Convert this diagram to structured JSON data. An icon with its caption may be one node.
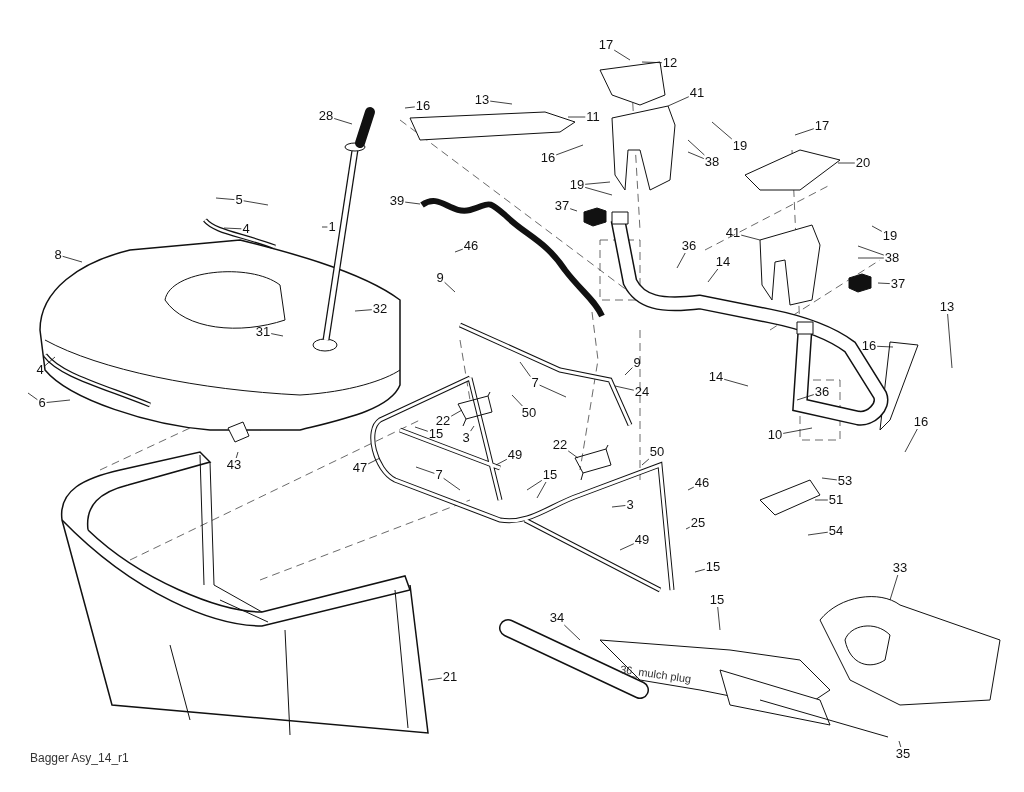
{
  "diagram": {
    "caption": "Bagger Asy_14_r1",
    "nodes": [
      {
        "text": [
          "17"
        ]
      },
      {
        "text": [
          "12"
        ]
      },
      {
        "text": [
          "13"
        ]
      },
      {
        "text": [
          "16"
        ]
      },
      {
        "text": [
          "11"
        ]
      },
      {
        "text": [
          "41"
        ]
      },
      {
        "text": [
          "28"
        ]
      },
      {
        "text": [
          "16"
        ]
      },
      {
        "text": [
          "19"
        ]
      },
      {
        "text": [
          "38"
        ]
      },
      {
        "text": [
          "19"
        ]
      },
      {
        "text": [
          "17"
        ]
      },
      {
        "text": [
          "20"
        ]
      },
      {
        "text": [
          "39"
        ]
      },
      {
        "text": [
          "37"
        ]
      },
      {
        "text": [
          "5"
        ]
      },
      {
        "text": [
          "4"
        ]
      },
      {
        "text": [
          "1"
        ]
      },
      {
        "text": [
          "8"
        ]
      },
      {
        "text": [
          "41"
        ]
      },
      {
        "text": [
          "36"
        ]
      },
      {
        "text": [
          "14"
        ]
      },
      {
        "text": [
          "19"
        ]
      },
      {
        "text": [
          "38"
        ]
      },
      {
        "text": [
          "37"
        ]
      },
      {
        "text": [
          "46"
        ]
      },
      {
        "text": [
          "9"
        ]
      },
      {
        "text": [
          "32"
        ]
      },
      {
        "text": [
          "13"
        ]
      },
      {
        "text": [
          "31"
        ]
      },
      {
        "text": [
          "16"
        ]
      },
      {
        "text": [
          "4"
        ]
      },
      {
        "text": [
          "6"
        ]
      },
      {
        "text": [
          "7"
        ]
      },
      {
        "text": [
          "24"
        ]
      },
      {
        "text": [
          "9"
        ]
      },
      {
        "text": [
          "50"
        ]
      },
      {
        "text": [
          "14"
        ]
      },
      {
        "text": [
          "36"
        ]
      },
      {
        "text": [
          "22"
        ]
      },
      {
        "text": [
          "15"
        ]
      },
      {
        "text": [
          "3"
        ]
      },
      {
        "text": [
          "16"
        ]
      },
      {
        "text": [
          "10"
        ]
      },
      {
        "text": [
          "43"
        ]
      },
      {
        "text": [
          "47"
        ]
      },
      {
        "text": [
          "49"
        ]
      },
      {
        "text": [
          "7"
        ]
      },
      {
        "text": [
          "22"
        ]
      },
      {
        "text": [
          "50"
        ]
      },
      {
        "text": [
          "15"
        ]
      },
      {
        "text": [
          "53"
        ]
      },
      {
        "text": [
          "46"
        ]
      },
      {
        "text": [
          "51"
        ]
      },
      {
        "text": [
          "3"
        ]
      },
      {
        "text": [
          "25"
        ]
      },
      {
        "text": [
          "54"
        ]
      },
      {
        "text": [
          "49"
        ]
      },
      {
        "text": [
          "15"
        ]
      },
      {
        "text": [
          "15"
        ]
      },
      {
        "text": [
          "34"
        ]
      },
      {
        "text": [
          "33"
        ]
      },
      {
        "text": [
          "21"
        ]
      },
      {
        "text": [
          "35"
        ]
      }
    ],
    "edges": [
      {
        "from": 0,
        "to": null,
        "arrow": "none"
      },
      {
        "from": 1,
        "to": null,
        "arrow": "none"
      },
      {
        "from": 2,
        "to": null,
        "arrow": "none"
      },
      {
        "from": 3,
        "to": null,
        "arrow": "none"
      },
      {
        "from": 4,
        "to": null,
        "arrow": "none"
      },
      {
        "from": 5,
        "to": null,
        "arrow": "none"
      },
      {
        "from": 6,
        "to": null,
        "arrow": "none"
      },
      {
        "from": 7,
        "to": null,
        "arrow": "none"
      },
      {
        "from": 8,
        "to": null,
        "arrow": "none"
      },
      {
        "from": 9,
        "to": null,
        "arrow": "none"
      },
      {
        "from": 9,
        "to": null,
        "arrow": "none"
      },
      {
        "from": 10,
        "to": null,
        "arrow": "none"
      },
      {
        "from": 10,
        "to": null,
        "arrow": "none"
      },
      {
        "from": 11,
        "to": null,
        "arrow": "none"
      },
      {
        "from": 12,
        "to": null,
        "arrow": "none"
      },
      {
        "from": 13,
        "to": null,
        "arrow": "none"
      },
      {
        "from": 14,
        "to": null,
        "arrow": "none"
      },
      {
        "from": 15,
        "to": null,
        "arrow": "none"
      },
      {
        "from": 15,
        "to": null,
        "arrow": "none"
      },
      {
        "from": 16,
        "to": null,
        "arrow": "none"
      },
      {
        "from": 17,
        "to": null,
        "arrow": "none"
      },
      {
        "from": 18,
        "to": null,
        "arrow": "none"
      },
      {
        "from": 19,
        "to": null,
        "arrow": "none"
      },
      {
        "from": 20,
        "to": null,
        "arrow": "none"
      },
      {
        "from": 21,
        "to": null,
        "arrow": "none"
      },
      {
        "from": 22,
        "to": null,
        "arrow": "none"
      },
      {
        "from": 23,
        "to": null,
        "arrow": "none"
      },
      {
        "from": 23,
        "to": null,
        "arrow": "none"
      },
      {
        "from": 24,
        "to": null,
        "arrow": "none"
      },
      {
        "from": 25,
        "to": null,
        "arrow": "none"
      },
      {
        "from": 26,
        "to": null,
        "arrow": "none"
      },
      {
        "from": 27,
        "to": null,
        "arrow": "none"
      },
      {
        "from": 28,
        "to": null,
        "arrow": "none"
      },
      {
        "from": 29,
        "to": null,
        "arrow": "none"
      },
      {
        "from": 30,
        "to": null,
        "arrow": "none"
      },
      {
        "from": 31,
        "to": null,
        "arrow": "none"
      },
      {
        "from": 32,
        "to": null,
        "arrow": "none"
      },
      {
        "from": 32,
        "to": null,
        "arrow": "none"
      },
      {
        "from": 33,
        "to": null,
        "arrow": "none"
      },
      {
        "from": 33,
        "to": null,
        "arrow": "none"
      },
      {
        "from": 34,
        "to": null,
        "arrow": "none"
      },
      {
        "from": 35,
        "to": null,
        "arrow": "none"
      },
      {
        "from": 36,
        "to": null,
        "arrow": "none"
      },
      {
        "from": 37,
        "to": null,
        "arrow": "none"
      },
      {
        "from": 38,
        "to": null,
        "arrow": "none"
      },
      {
        "from": 39,
        "to": null,
        "arrow": "none"
      },
      {
        "from": 40,
        "to": null,
        "arrow": "none"
      },
      {
        "from": 41,
        "to": null,
        "arrow": "none"
      },
      {
        "from": 42,
        "to": null,
        "arrow": "none"
      },
      {
        "from": 43,
        "to": null,
        "arrow": "none"
      },
      {
        "from": 44,
        "to": null,
        "arrow": "none"
      },
      {
        "from": 45,
        "to": null,
        "arrow": "none"
      },
      {
        "from": 46,
        "to": null,
        "arrow": "none"
      },
      {
        "from": 47,
        "to": null,
        "arrow": "none"
      },
      {
        "from": 47,
        "to": null,
        "arrow": "none"
      },
      {
        "from": 48,
        "to": null,
        "arrow": "none"
      },
      {
        "from": 49,
        "to": null,
        "arrow": "none"
      },
      {
        "from": 50,
        "to": null,
        "arrow": "none"
      },
      {
        "from": 50,
        "to": null,
        "arrow": "none"
      },
      {
        "from": 51,
        "to": null,
        "arrow": "none"
      },
      {
        "from": 52,
        "to": null,
        "arrow": "none"
      },
      {
        "from": 53,
        "to": null,
        "arrow": "none"
      },
      {
        "from": 54,
        "to": null,
        "arrow": "none"
      },
      {
        "from": 55,
        "to": null,
        "arrow": "none"
      },
      {
        "from": 56,
        "to": null,
        "arrow": "none"
      },
      {
        "from": 57,
        "to": null,
        "arrow": "none"
      },
      {
        "from": 58,
        "to": null,
        "arrow": "none"
      },
      {
        "from": 59,
        "to": null,
        "arrow": "none"
      },
      {
        "from": 60,
        "to": null,
        "arrow": "none"
      },
      {
        "from": 61,
        "to": null,
        "arrow": "none"
      },
      {
        "from": 62,
        "to": null,
        "arrow": "none"
      },
      {
        "from": 63,
        "to": null,
        "arrow": "none"
      }
    ],
    "labels": [
      "36_mulch plug"
    ]
  }
}
